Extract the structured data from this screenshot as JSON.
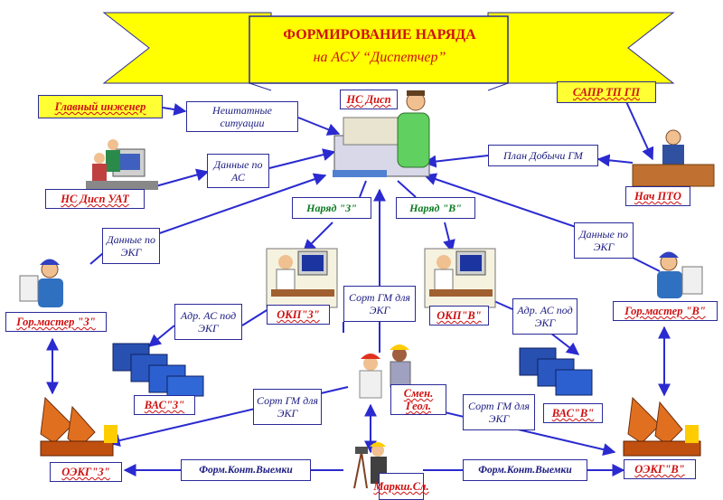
{
  "banner": {
    "title_line1": "ФОРМИРОВАНИЕ НАРЯДА",
    "title_line2": "на АСУ “Диспетчер”",
    "fill_color": "#ffff00",
    "title_color": "#d01010"
  },
  "nodes": {
    "glavny_inzhener": "Главный инженер",
    "ns_disp": "НС Дисп",
    "sapr_tp_gp": "САПР ТП ГП",
    "ns_disp_uat": "НС Дисп УАТ",
    "nach_pto": "Нач ПТО",
    "gor_master_z": "Гор.мастер \"З\"",
    "gor_master_v": "Гор.мастер \"В\"",
    "okp_z": "ОКП\"З\"",
    "okp_v": "ОКП\"В\"",
    "vas_z": "ВАС\"З\"",
    "vas_v": "ВАС\"В\"",
    "oekg_z": "ОЭКГ\"З\"",
    "oekg_v": "ОЭКГ\"В\"",
    "smen_geol": "Смен. Геол.",
    "marksh": "Маркш.Сл."
  },
  "labels": {
    "neshtatnye": "Нештатные ситуации",
    "dannye_po_as": "Данные по АС",
    "plan_dobychi": "План Добычи ГМ",
    "naryad_z": "Наряд \"З\"",
    "naryad_v": "Наряд \"В\"",
    "dannye_po_ekg_left": "Данные по ЭКГ",
    "dannye_po_ekg_right": "Данные по ЭКГ",
    "sort_gm_center": "Сорт ГМ для ЭКГ",
    "adr_as_left": "Адр. АС под ЭКГ",
    "adr_as_right": "Адр. АС под ЭКГ",
    "sort_gm_left": "Сорт ГМ для ЭКГ",
    "sort_gm_right": "Сорт ГМ для ЭКГ",
    "form_kont_left": "Форм.Конт.Выемки",
    "form_kont_right": "Форм.Конт.Выемки"
  },
  "colors": {
    "arrow": "#2a2ad0",
    "box_border": "#2a2a9a",
    "red_text": "#d01010",
    "green_text": "#0a7a20",
    "navy_text": "#1a1a80"
  }
}
